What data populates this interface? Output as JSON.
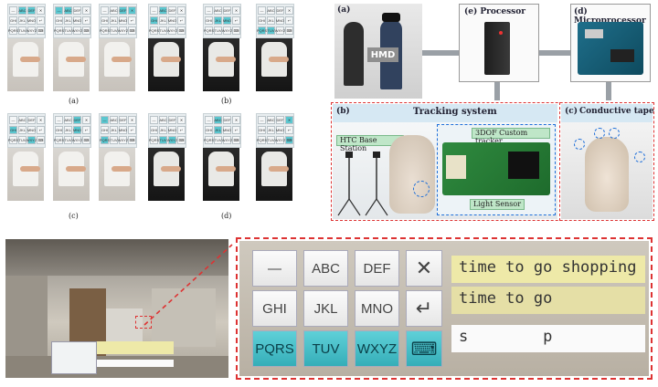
{
  "thumbs": {
    "keys": [
      "—",
      "ABC",
      "DEF",
      "✕",
      "GHI",
      "JKL",
      "MNO",
      "↵",
      "PQRS",
      "TUV",
      "WXYZ",
      "⌨"
    ],
    "captions": [
      "(a)",
      "(b)",
      "(c)",
      "(d)"
    ]
  },
  "system": {
    "photo_label": "(a)",
    "hmd_label": "HMD",
    "processor_label": "(e) Processor",
    "microprocessor_label": "(d) Microprocessor",
    "tracking_label": "(b)",
    "tracking_title": "Tracking system",
    "conductive_label": "(c)",
    "conductive_title": "Conductive tape",
    "base_station_label": "HTC Base Station",
    "tracker_label": "3DOF Custom tracker",
    "light_sensor_label": "Light Sensor"
  },
  "keyboard": {
    "keys": [
      "—",
      "ABC",
      "DEF",
      "✕",
      "GHI",
      "JKL",
      "MNO",
      "↵",
      "PQRS",
      "TUV",
      "WXYZ",
      "⌨"
    ],
    "suggestion_1": "time to go shopping",
    "suggestion_2": "time to go",
    "input_text": "s        p"
  },
  "colors": {
    "accent": "#5bc7d0",
    "dash_red": "#d33333",
    "highlight": "#eee9a8"
  }
}
